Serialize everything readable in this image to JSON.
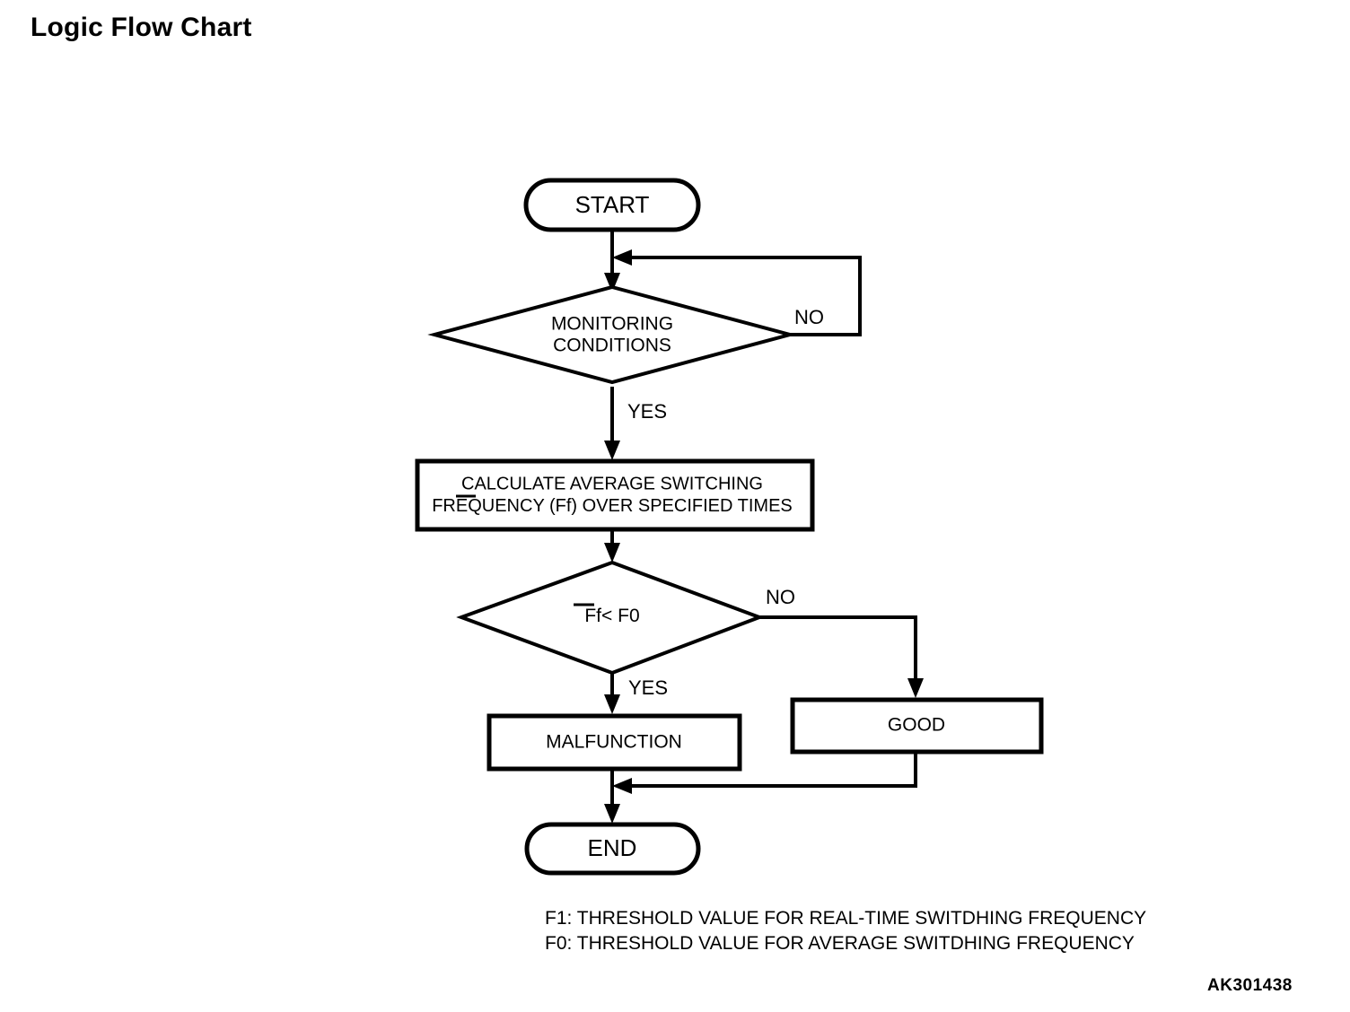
{
  "page": {
    "title": "Logic Flow Chart",
    "figure_code": "AK301438",
    "background_color": "#ffffff",
    "ink_color": "#000000"
  },
  "chart_data": {
    "type": "diagram",
    "diagram_kind": "flowchart",
    "title": "Logic Flow Chart",
    "nodes": [
      {
        "id": "start",
        "shape": "terminator",
        "label": "START"
      },
      {
        "id": "monitoring",
        "shape": "decision",
        "label_line1": "MONITORING",
        "label_line2": "CONDITIONS"
      },
      {
        "id": "calculate",
        "shape": "process",
        "label_line1": "CALCULATE AVERAGE SWITCHING",
        "label_line2_pre": "FREQUENCY (",
        "label_line2_var": "Ff",
        "label_line2_post": ") OVER SPECIFIED TIMES"
      },
      {
        "id": "compare",
        "shape": "decision",
        "label_var": "Ff",
        "label_rest": "< F0"
      },
      {
        "id": "malfunction",
        "shape": "process",
        "label": "MALFUNCTION"
      },
      {
        "id": "good",
        "shape": "process",
        "label": "GOOD"
      },
      {
        "id": "end",
        "shape": "terminator",
        "label": "END"
      }
    ],
    "edges": [
      {
        "from": "start",
        "to": "monitoring",
        "label": ""
      },
      {
        "from": "monitoring",
        "to": "monitoring",
        "label": "NO",
        "note": "loop back above diamond"
      },
      {
        "from": "monitoring",
        "to": "calculate",
        "label": "YES"
      },
      {
        "from": "calculate",
        "to": "compare",
        "label": ""
      },
      {
        "from": "compare",
        "to": "malfunction",
        "label": "YES"
      },
      {
        "from": "compare",
        "to": "good",
        "label": "NO"
      },
      {
        "from": "malfunction",
        "to": "end",
        "label": ""
      },
      {
        "from": "good",
        "to": "end",
        "label": ""
      }
    ]
  },
  "labels": {
    "start": "START",
    "end": "END",
    "monitoring_line1": "MONITORING",
    "monitoring_line2": "CONDITIONS",
    "calculate_line1": "CALCULATE AVERAGE SWITCHING",
    "calculate_line2_pre": "FREQUENCY (",
    "calculate_line2_var": "Ff",
    "calculate_line2_post": ") OVER SPECIFIED TIMES",
    "compare_var": "Ff",
    "compare_rest": "< F0",
    "malfunction": "MALFUNCTION",
    "good": "GOOD",
    "yes_monitoring": "YES",
    "no_monitoring": "NO",
    "yes_compare": "YES",
    "no_compare": "NO"
  },
  "legend": {
    "line1": "F1: THRESHOLD VALUE FOR REAL-TIME SWITDHING FREQUENCY",
    "line2": "F0: THRESHOLD VALUE FOR AVERAGE SWITDHING FREQUENCY"
  }
}
